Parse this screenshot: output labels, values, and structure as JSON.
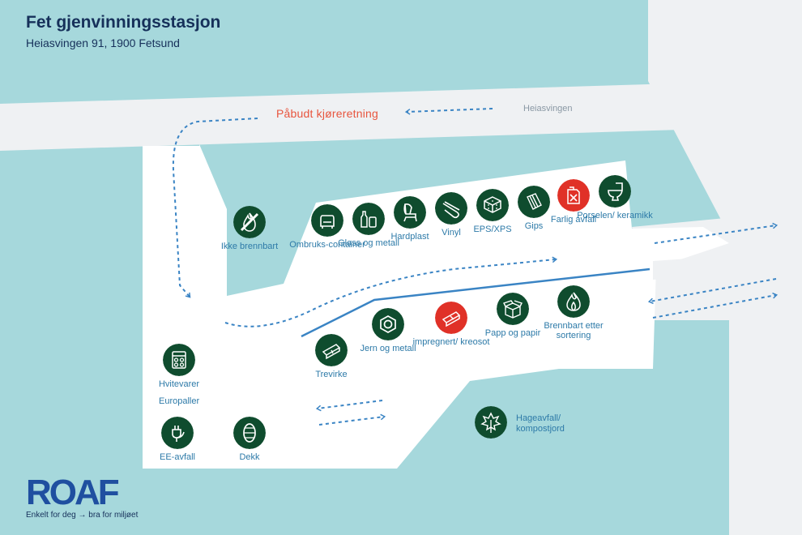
{
  "header": {
    "title": "Fet gjenvinningsstasjon",
    "address": "Heiasvingen 91, 1900 Fetsund"
  },
  "map": {
    "road_name": "Heiasvingen",
    "mandatory_direction": "Påbudt kjøreretning"
  },
  "stations": [
    {
      "label": "Ikke brennbart",
      "icon": "no-burning-icon",
      "color": "#0f4c2e"
    },
    {
      "label": "Ombruks-container",
      "icon": "armchair-icon",
      "color": "#0f4c2e"
    },
    {
      "label": "Glass og metall",
      "icon": "bottle-can-icon",
      "color": "#0f4c2e"
    },
    {
      "label": "Hardplast",
      "icon": "plastic-chair-icon",
      "color": "#0f4c2e"
    },
    {
      "label": "Vinyl",
      "icon": "vinyl-roll-icon",
      "color": "#0f4c2e"
    },
    {
      "label": "EPS/XPS",
      "icon": "styrofoam-icon",
      "color": "#0f4c2e"
    },
    {
      "label": "Gips",
      "icon": "plasterboard-icon",
      "color": "#0f4c2e"
    },
    {
      "label": "Farlig avfall",
      "icon": "hazard-canister-icon",
      "color": "#e03127"
    },
    {
      "label": "Porselen/ keramikk",
      "icon": "toilet-icon",
      "color": "#0f4c2e"
    },
    {
      "label": "Trevirke",
      "icon": "wood-plank-icon",
      "color": "#0f4c2e"
    },
    {
      "label": "Jern og metall",
      "icon": "nut-icon",
      "color": "#0f4c2e"
    },
    {
      "label": "impregnert/ kreosot",
      "icon": "treated-wood-icon",
      "color": "#e03127"
    },
    {
      "label": "Papp og papir",
      "icon": "cardboard-box-icon",
      "color": "#0f4c2e"
    },
    {
      "label": "Brennbart etter sortering",
      "icon": "flame-icon",
      "color": "#0f4c2e"
    },
    {
      "label": "Hvitevarer",
      "icon": "appliance-icon",
      "color": "#0f4c2e"
    },
    {
      "label": "EE-avfall",
      "icon": "plug-icon",
      "color": "#0f4c2e"
    },
    {
      "label": "Dekk",
      "icon": "tire-icon",
      "color": "#0f4c2e"
    },
    {
      "label": "Hageavfall/ kompostjord",
      "icon": "leaf-icon",
      "color": "#0f4c2e"
    }
  ],
  "extra_labels": {
    "europaller": "Europaller"
  },
  "footer": {
    "logo": "ROAF",
    "tagline": "Enkelt for deg → bra for miljøet"
  },
  "colors": {
    "water": "#a6d8dc",
    "land": "#eff1f3",
    "yard": "#ffffff",
    "route": "#3a84c4",
    "heading": "#16305a"
  }
}
